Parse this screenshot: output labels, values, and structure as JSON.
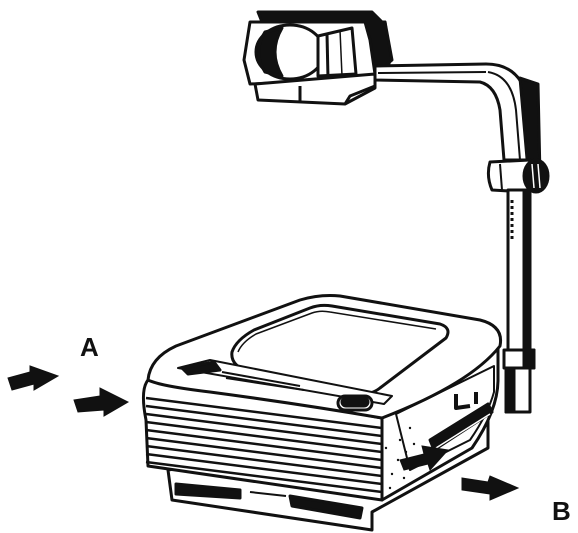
{
  "diagram": {
    "subject": "overhead-projector",
    "labels": {
      "a": "A",
      "b": "B"
    },
    "colors": {
      "ink": "#111111",
      "paper": "#ffffff"
    }
  }
}
